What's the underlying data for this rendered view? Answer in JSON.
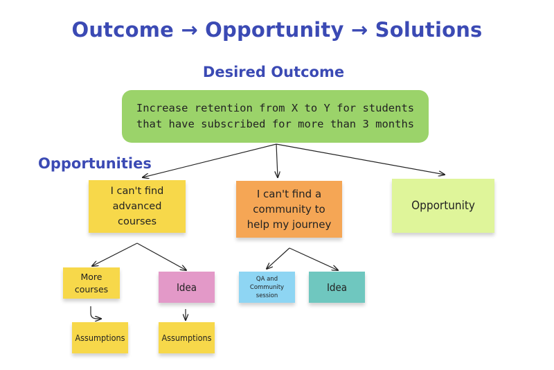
{
  "title": "Outcome → Opportunity → Solutions",
  "outcome_label": "Desired Outcome",
  "outcome_text": "Increase retention from X to Y for students that have subscribed for more than 3 months",
  "opportunities_label": "Opportunities",
  "opportunities": [
    {
      "text": "I can't find advanced courses",
      "color": "#f7d84a"
    },
    {
      "text": "I can't find a community to help my journey",
      "color": "#f5a655"
    },
    {
      "text": "Opportunity",
      "color": "#dff59a"
    }
  ],
  "solutions": [
    {
      "text": "More courses",
      "color": "#f7d84a"
    },
    {
      "text": "Idea",
      "color": "#e399c8"
    },
    {
      "text": "QA and Community session",
      "color": "#8ed5f3"
    },
    {
      "text": "Idea",
      "color": "#6fc7bf"
    }
  ],
  "assumptions": [
    {
      "text": "Assumptions",
      "color": "#f7d84a"
    },
    {
      "text": "Assumptions",
      "color": "#f7d84a"
    }
  ],
  "colors": {
    "heading": "#3b4ab4",
    "outcome_box": "#9bd36a",
    "arrow": "#222222"
  }
}
